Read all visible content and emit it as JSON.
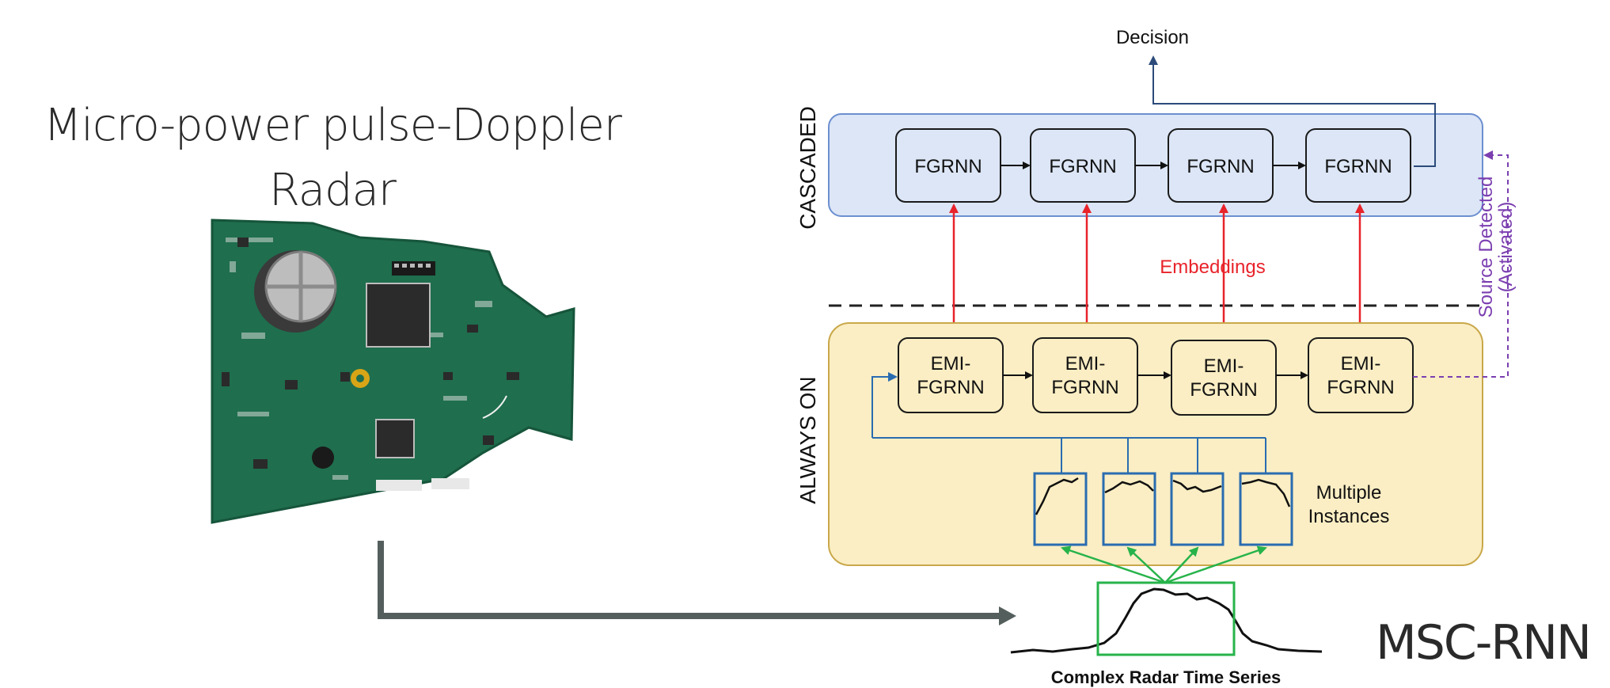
{
  "radar": {
    "title_line1": "Micro-power pulse-Doppler",
    "title_line2": "Radar",
    "board_name": "radar-circuit-board"
  },
  "diagram": {
    "decision_label": "Decision",
    "cascaded_label": "CASCADED",
    "always_on_label": "ALWAYS ON",
    "embeddings_label": "Embeddings",
    "source_detected_line1": "Source Detected",
    "source_detected_line2": "(Activated)",
    "fgrnn_blocks": [
      "FGRNN",
      "FGRNN",
      "FGRNN",
      "FGRNN"
    ],
    "emi_blocks": [
      {
        "line1": "EMI-",
        "line2": "FGRNN"
      },
      {
        "line1": "EMI-",
        "line2": "FGRNN"
      },
      {
        "line1": "EMI-",
        "line2": "FGRNN"
      },
      {
        "line1": "EMI-",
        "line2": "FGRNN"
      }
    ],
    "instances_line1": "Multiple",
    "instances_line2": "Instances",
    "time_series_label": "Complex Radar Time Series"
  },
  "model_name": "MSC-RNN",
  "colors": {
    "cascaded_fill": "#dce6f6",
    "cascaded_border": "#6c8fd0",
    "always_on_fill": "#fbeec4",
    "always_on_border": "#c9a84a",
    "embeddings": "#e8232a",
    "source_detected": "#7b3fb0",
    "instance_box": "#2a6cb0",
    "green": "#27b34a",
    "board_green": "#1f6e4e"
  }
}
